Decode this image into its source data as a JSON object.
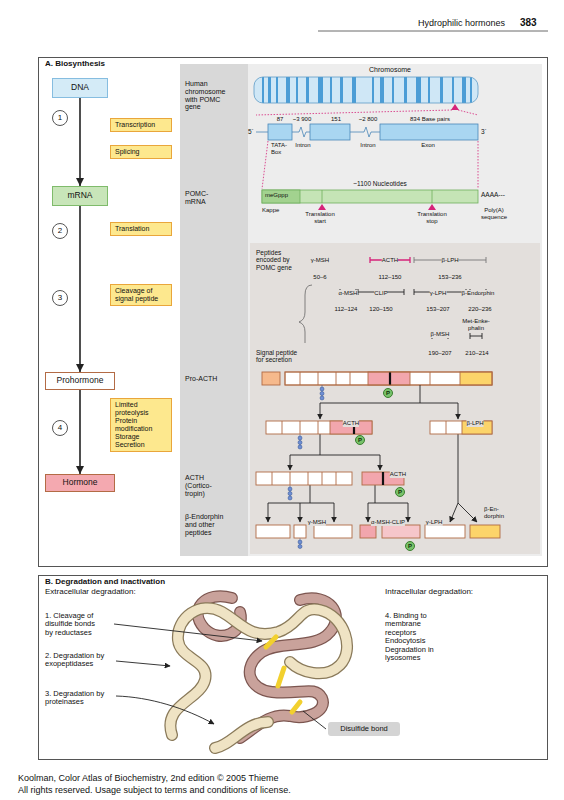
{
  "diagram": {
    "nodes": [
      {
        "text": [
          "A. Biosynthesis"
        ]
      },
      {
        "text": [
          "DNA"
        ],
        "in": 0
      },
      {
        "text": [
          "1"
        ],
        "in": 0
      },
      {
        "text": [
          "Transcription"
        ],
        "in": 0
      },
      {
        "text": [
          "Splicing"
        ],
        "in": 0
      },
      {
        "text": [
          "mRNA"
        ],
        "in": 0
      },
      {
        "text": [
          "2"
        ],
        "in": 0
      },
      {
        "text": [
          "Translation"
        ],
        "in": 0
      },
      {
        "text": [
          "3"
        ],
        "in": 0
      },
      {
        "text": [
          "Cleavage of signal peptide"
        ],
        "in": 0
      },
      {
        "text": [
          "Prohormone"
        ],
        "in": 0
      },
      {
        "text": [
          "4"
        ],
        "in": 0
      },
      {
        "text": [
          "Limited proteolysis",
          "Protein modification",
          "Storage",
          "Secretion"
        ],
        "in": 0
      },
      {
        "text": [
          "Hormone"
        ],
        "in": 0
      },
      {
        "text": [
          "P"
        ],
        "in": 0
      },
      {
        "text": [
          "P"
        ],
        "in": 0
      },
      {
        "text": [
          "P"
        ],
        "in": 0
      },
      {
        "text": [
          "P"
        ],
        "in": 0
      },
      {
        "text": [
          "B. Degradation and inactivation"
        ]
      },
      {
        "text": [
          "Disulfide bond"
        ],
        "in": 18
      }
    ],
    "edges": [
      {
        "from": 1,
        "to": 5,
        "arrow": "to"
      },
      {
        "from": 5,
        "to": 10,
        "arrow": "to"
      },
      {
        "from": 10,
        "to": 13,
        "arrow": "to"
      }
    ],
    "labels": [
      "Hydrophilic hormones",
      "383",
      "Chromosome",
      "Human chromosome with POMC gene",
      "87",
      "~3 900",
      "151",
      "~2 800",
      "834 Base pairs",
      "5`",
      "3`",
      "TATA- Box",
      "Intron",
      "Intron",
      "Exon",
      "POMC- mRNA",
      "~1100 Nucleotides",
      "meGppp",
      "AAAA---",
      "Kappe",
      "Translation start",
      "Translation stop",
      "Poly(A) sequence",
      "Peptides encoded by POMC gene",
      "γ-MSH",
      "50–6",
      "ACTH",
      "112–150",
      "β-LPH",
      "153–236",
      "α-MSH",
      "112–124",
      "CLIP",
      "120–150",
      "γ-LPH",
      "153–207",
      "β-Endorphin",
      "220–236",
      "β-MSH",
      "190–207",
      "Met-Enke- phalin",
      "210–214",
      "Signal peptide for secretion",
      "Pro-ACTH",
      "ACTH",
      "β-LPH",
      "ACTH (Cortico- tropin)",
      "ACTH",
      "β-Endorphin and other peptides",
      "γ-MSH",
      "α-MSH-CLIP",
      "γ-LPH",
      "β-En- dorphin",
      "Extracellular degradation:",
      "Intracellular degradation:",
      "1. Cleavage of disulfide bonds by reductases",
      "2. Degradation by exopeptidases",
      "3. Degradation by proteinases",
      "4. Binding to membrane receptors Endocytosis Degradation in lysosomes",
      "Koolman, Color Atlas of Biochemistry, 2nd edition © 2005 Thieme",
      "All rights reserved. Usage subject to terms and conditions of license."
    ]
  }
}
